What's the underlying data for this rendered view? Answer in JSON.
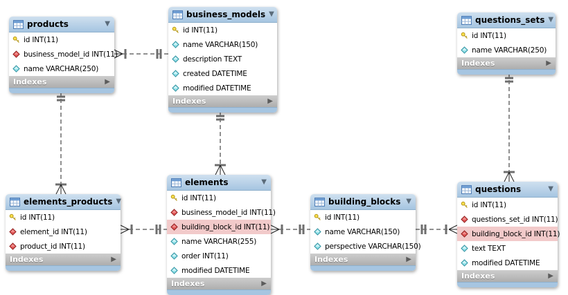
{
  "icons": {
    "collapse": "▼",
    "expand": "▶"
  },
  "palette": {
    "header_blue": "#a6c5e1",
    "highlight_pink": "#f2caca",
    "indexes_gray": "#b9b9b9",
    "primary_key_yellow": "#ffe14d",
    "foreign_key_red": "#e05555",
    "column_cyan": "#8fe0e8"
  },
  "tables": [
    {
      "name": "products",
      "footer": {
        "label": "Indexes"
      },
      "columns": [
        {
          "icon": "primary-key-icon",
          "label": "id INT(11)",
          "highlighted": false
        },
        {
          "icon": "foreign-key-icon",
          "label": "business_model_id INT(11)",
          "highlighted": false
        },
        {
          "icon": "column-icon",
          "label": "name VARCHAR(250)",
          "highlighted": false
        }
      ]
    },
    {
      "name": "business_models",
      "footer": {
        "label": "Indexes"
      },
      "columns": [
        {
          "icon": "primary-key-icon",
          "label": "id INT(11)",
          "highlighted": false
        },
        {
          "icon": "column-icon",
          "label": "name VARCHAR(150)",
          "highlighted": false
        },
        {
          "icon": "column-icon",
          "label": "description TEXT",
          "highlighted": false
        },
        {
          "icon": "column-icon",
          "label": "created DATETIME",
          "highlighted": false
        },
        {
          "icon": "column-icon",
          "label": "modified DATETIME",
          "highlighted": false
        }
      ]
    },
    {
      "name": "questions_sets",
      "footer": {
        "label": "Indexes"
      },
      "columns": [
        {
          "icon": "primary-key-icon",
          "label": "id INT(11)",
          "highlighted": false
        },
        {
          "icon": "column-icon",
          "label": "name VARCHAR(250)",
          "highlighted": false
        }
      ]
    },
    {
      "name": "elements_products",
      "footer": {
        "label": "Indexes"
      },
      "columns": [
        {
          "icon": "primary-key-icon",
          "label": "id INT(11)",
          "highlighted": false
        },
        {
          "icon": "foreign-key-icon",
          "label": "element_id INT(11)",
          "highlighted": false
        },
        {
          "icon": "foreign-key-icon",
          "label": "product_id INT(11)",
          "highlighted": false
        }
      ]
    },
    {
      "name": "elements",
      "footer": {
        "label": "Indexes"
      },
      "columns": [
        {
          "icon": "primary-key-icon",
          "label": "id INT(11)",
          "highlighted": false
        },
        {
          "icon": "foreign-key-icon",
          "label": "business_model_id INT(11)",
          "highlighted": false
        },
        {
          "icon": "foreign-key-icon",
          "label": "building_block_id INT(11)",
          "highlighted": true
        },
        {
          "icon": "column-icon",
          "label": "name VARCHAR(255)",
          "highlighted": false
        },
        {
          "icon": "column-icon",
          "label": "order INT(11)",
          "highlighted": false
        },
        {
          "icon": "column-icon",
          "label": "modified DATETIME",
          "highlighted": false
        }
      ]
    },
    {
      "name": "building_blocks",
      "footer": {
        "label": "Indexes"
      },
      "columns": [
        {
          "icon": "primary-key-icon",
          "label": "id INT(11)",
          "highlighted": false
        },
        {
          "icon": "column-icon",
          "label": "name VARCHAR(150)",
          "highlighted": false
        },
        {
          "icon": "column-icon",
          "label": "perspective VARCHAR(150)",
          "highlighted": false
        }
      ]
    },
    {
      "name": "questions",
      "footer": {
        "label": "Indexes"
      },
      "columns": [
        {
          "icon": "primary-key-icon",
          "label": "id INT(11)",
          "highlighted": false
        },
        {
          "icon": "foreign-key-icon",
          "label": "questions_set_id INT(11)",
          "highlighted": false
        },
        {
          "icon": "foreign-key-icon",
          "label": "building_block_id INT(11)",
          "highlighted": true
        },
        {
          "icon": "column-icon",
          "label": "text TEXT",
          "highlighted": false
        },
        {
          "icon": "column-icon",
          "label": "modified DATETIME",
          "highlighted": false
        }
      ]
    },
    {
      "name": "_",
      "footer": {
        "label": "Indexes"
      }
    }
  ],
  "relationships": [
    {
      "from": "products",
      "to": "business_models",
      "from_end": "many",
      "to_end": "one",
      "line": "dashed"
    },
    {
      "from": "elements_products",
      "to": "products",
      "from_end": "many",
      "to_end": "one",
      "line": "dashed"
    },
    {
      "from": "elements",
      "to": "business_models",
      "from_end": "many",
      "to_end": "one",
      "line": "dashed"
    },
    {
      "from": "questions",
      "to": "questions_sets",
      "from_end": "many",
      "to_end": "one",
      "line": "dashed"
    },
    {
      "from": "elements_products",
      "to": "elements",
      "from_end": "many",
      "to_end": "one",
      "line": "dashed"
    },
    {
      "from": "elements",
      "to": "building_blocks",
      "from_end": "many",
      "to_end": "one",
      "line": "dashed"
    },
    {
      "from": "questions",
      "to": "building_blocks",
      "from_end": "many",
      "to_end": "one",
      "line": "dashed"
    }
  ]
}
